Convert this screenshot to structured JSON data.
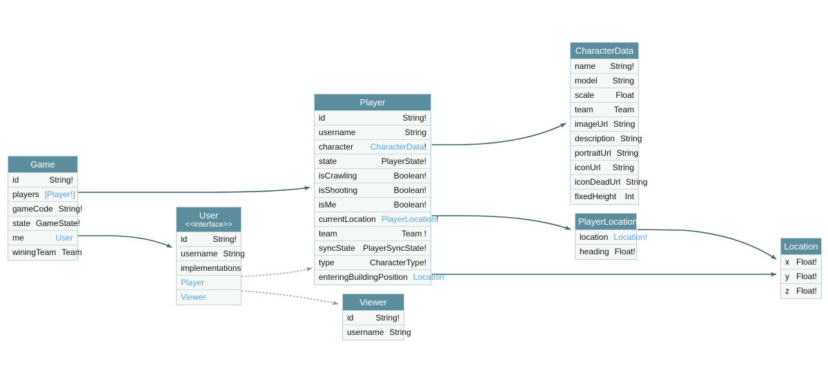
{
  "diagram": {
    "title": "GraphQL Schema Entity Diagram",
    "colors": {
      "header_bg": "#5b8d9c",
      "header_text": "#ffffff",
      "row_bg": "#f6f7f7",
      "border": "#b9d0d8",
      "link_text": "#56a5e0",
      "edge": "#3f606c",
      "dotted_edge": "#999999"
    }
  },
  "entities": {
    "game": {
      "name": "Game",
      "fields": [
        {
          "name": "id",
          "type": "String!",
          "link": false
        },
        {
          "name": "players",
          "type": "[Player!]",
          "link": true
        },
        {
          "name": "gameCode",
          "type": "String!",
          "link": false
        },
        {
          "name": "state",
          "type": "GameState!",
          "link": false
        },
        {
          "name": "me",
          "type": "User",
          "link": true
        },
        {
          "name": "winingTeam",
          "type": "Team",
          "link": false
        }
      ]
    },
    "user": {
      "name": "User",
      "stereotype": "<<interface>>",
      "fields": [
        {
          "name": "id",
          "type": "String!",
          "link": false
        },
        {
          "name": "username",
          "type": "String",
          "link": false
        }
      ],
      "implementations_label": "implementations",
      "implementations": [
        {
          "name": "Player"
        },
        {
          "name": "Viewer"
        }
      ]
    },
    "player": {
      "name": "Player",
      "fields": [
        {
          "name": "id",
          "type": "String!",
          "link": false
        },
        {
          "name": "username",
          "type": "String",
          "link": false
        },
        {
          "name": "character",
          "type": "CharacterData",
          "suffix": "!",
          "link": true
        },
        {
          "name": "state",
          "type": "PlayerState!",
          "link": false
        },
        {
          "name": "isCrawling",
          "type": "Boolean!",
          "link": false
        },
        {
          "name": "isShooting",
          "type": "Boolean!",
          "link": false
        },
        {
          "name": "isMe",
          "type": "Boolean!",
          "link": false
        },
        {
          "name": "currentLocation",
          "type": "PlayerLocation",
          "suffix": "!",
          "link": true
        },
        {
          "name": "team",
          "type": "Team !",
          "link": false
        },
        {
          "name": "syncState",
          "type": "PlayerSyncState!",
          "link": false
        },
        {
          "name": "type",
          "type": "CharacterType!",
          "link": false
        },
        {
          "name": "enteringBuildingPosition",
          "type": "Location",
          "link": true
        }
      ]
    },
    "viewer": {
      "name": "Viewer",
      "fields": [
        {
          "name": "id",
          "type": "String!",
          "link": false
        },
        {
          "name": "username",
          "type": "String",
          "link": false
        }
      ]
    },
    "characterdata": {
      "name": "CharacterData",
      "fields": [
        {
          "name": "name",
          "type": "String!",
          "link": false
        },
        {
          "name": "model",
          "type": "String",
          "link": false
        },
        {
          "name": "scale",
          "type": "Float",
          "link": false
        },
        {
          "name": "team",
          "type": "Team",
          "link": false
        },
        {
          "name": "imageUrl",
          "type": "String",
          "link": false
        },
        {
          "name": "description",
          "type": "String",
          "link": false
        },
        {
          "name": "portraitUrl",
          "type": "String",
          "link": false
        },
        {
          "name": "iconUrl",
          "type": "String",
          "link": false
        },
        {
          "name": "iconDeadUrl",
          "type": "String",
          "link": false
        },
        {
          "name": "fixedHeight",
          "type": "Int",
          "link": false
        }
      ]
    },
    "playerlocation": {
      "name": "PlayerLocation",
      "fields": [
        {
          "name": "location",
          "type": "Location!",
          "link": true
        },
        {
          "name": "heading",
          "type": "Float!",
          "link": false
        }
      ]
    },
    "location": {
      "name": "Location",
      "fields": [
        {
          "name": "x",
          "type": "Float!",
          "link": false
        },
        {
          "name": "y",
          "type": "Float!",
          "link": false
        },
        {
          "name": "z",
          "type": "Float!",
          "link": false
        }
      ]
    }
  },
  "edges": [
    {
      "from": "game.players",
      "to": "player",
      "style": "solid"
    },
    {
      "from": "game.me",
      "to": "user",
      "style": "solid"
    },
    {
      "from": "player.character",
      "to": "characterdata",
      "style": "solid"
    },
    {
      "from": "player.currentLocation",
      "to": "playerlocation",
      "style": "solid"
    },
    {
      "from": "player.enteringBuildingPosition",
      "to": "location",
      "style": "solid"
    },
    {
      "from": "playerlocation.location",
      "to": "location",
      "style": "solid"
    },
    {
      "from": "user.Player",
      "to": "player",
      "style": "dotted"
    },
    {
      "from": "user.Viewer",
      "to": "viewer",
      "style": "dotted"
    }
  ]
}
